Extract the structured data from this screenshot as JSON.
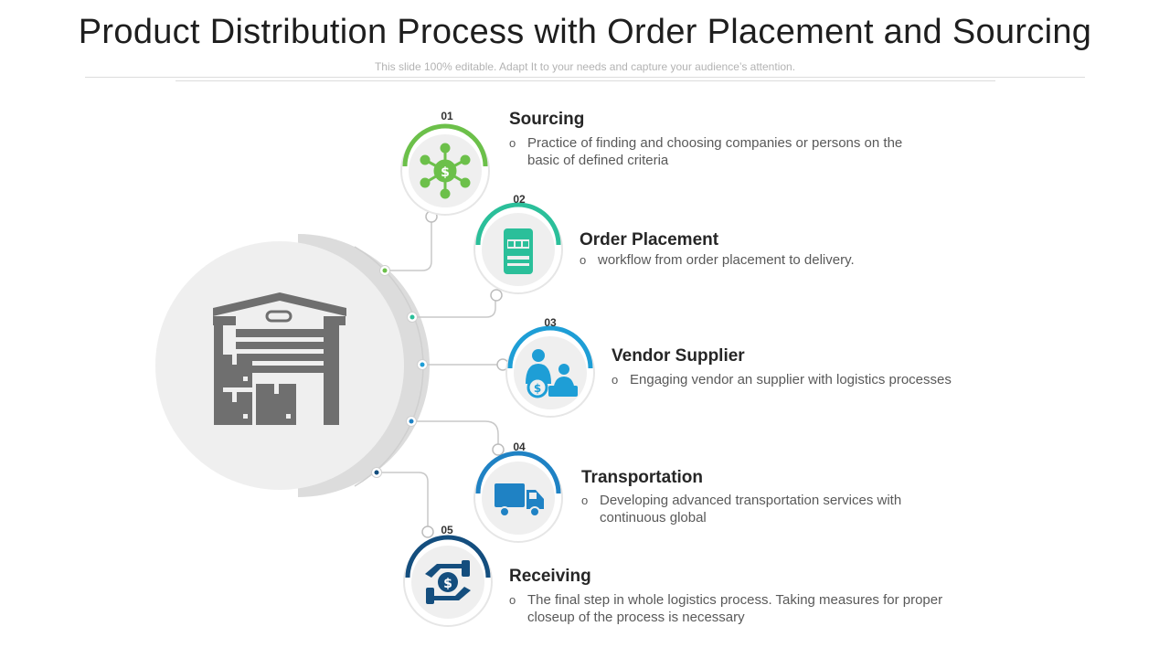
{
  "header": {
    "title": "Product Distribution Process with Order Placement and Sourcing",
    "subtitle": "This slide 100% editable. Adapt  It to your needs and capture your audience’s attention."
  },
  "hub": {
    "icon": "warehouse-icon"
  },
  "steps": [
    {
      "number": "01",
      "title": "Sourcing",
      "bullet": "o",
      "text": "Practice of finding and choosing companies or persons on the basic of defined criteria",
      "icon": "network-dollar-icon",
      "color": "#6cc04a"
    },
    {
      "number": "02",
      "title": "Order Placement",
      "bullet": "o",
      "text": "workflow from order placement to delivery.",
      "icon": "order-box-icon",
      "color": "#2bbf9a"
    },
    {
      "number": "03",
      "title": "Vendor Supplier",
      "bullet": "o",
      "text": "Engaging vendor an supplier with logistics processes",
      "icon": "vendor-supplier-icon",
      "color": "#1e9ed6"
    },
    {
      "number": "04",
      "title": "Transportation",
      "bullet": "o",
      "text": "Developing advanced transportation services with continuous global",
      "icon": "truck-icon",
      "color": "#1f82c4"
    },
    {
      "number": "05",
      "title": "Receiving",
      "bullet": "o",
      "text": "The final step in whole logistics process. Taking measures for proper closeup of the process is necessary",
      "icon": "hand-dollar-icon",
      "color": "#144e7e"
    }
  ]
}
